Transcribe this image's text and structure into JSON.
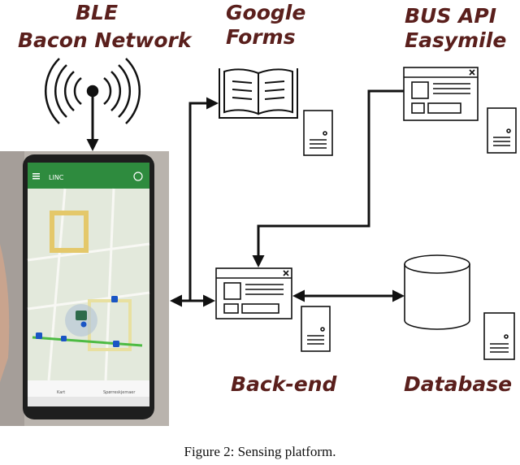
{
  "labels": {
    "ble_line1": "BLE",
    "ble_line2": "Bacon  Network",
    "google_line1": "Google",
    "google_line2": "Forms",
    "bus_line1": "BUS  API",
    "bus_line2": "Easymile",
    "backend": "Back-end",
    "database": "Database"
  },
  "phone": {
    "app_title": "LINC",
    "tab_map": "Kart",
    "tab_survey": "Spørreskjemaer"
  },
  "caption": "Figure 2: Sensing platform.",
  "colors": {
    "label_text": "#5a1f1c",
    "line": "#111111",
    "app_green": "#2e8b3e"
  }
}
